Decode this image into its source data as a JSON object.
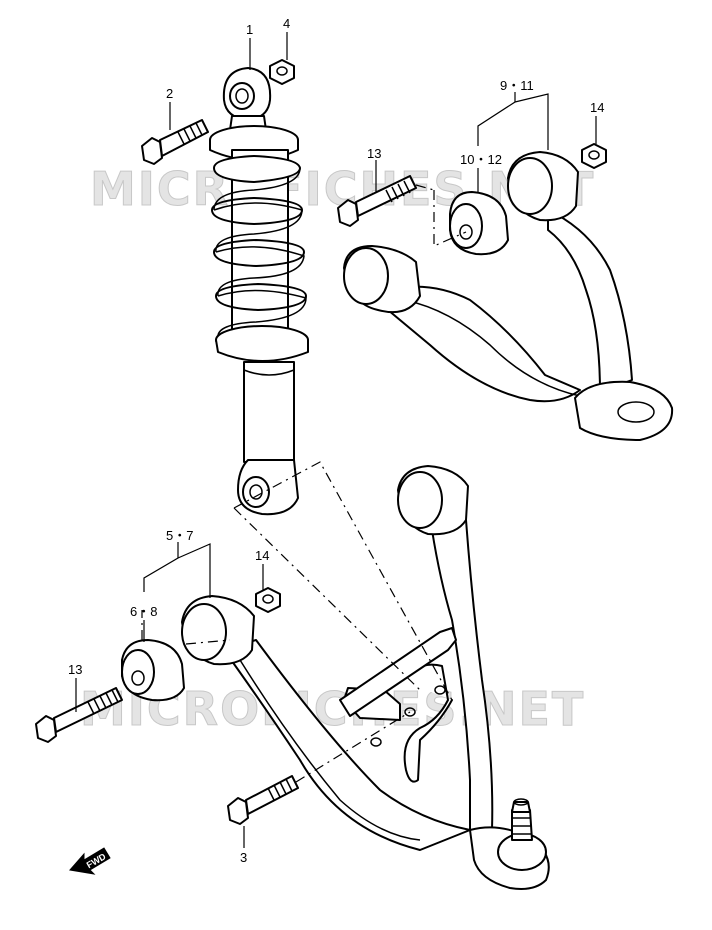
{
  "watermark": {
    "text": "MICROFICHES.NET"
  },
  "callouts": {
    "c1": "1",
    "c2": "2",
    "c3": "3",
    "c4": "4",
    "c5_7": "5・7",
    "c6_8": "6・8",
    "c9_11": "9・11",
    "c10_12": "10・12",
    "c13_upper": "13",
    "c13_lower": "13",
    "c14_upper": "14",
    "c14_lower": "14"
  },
  "fwd": {
    "text": "FWD"
  }
}
